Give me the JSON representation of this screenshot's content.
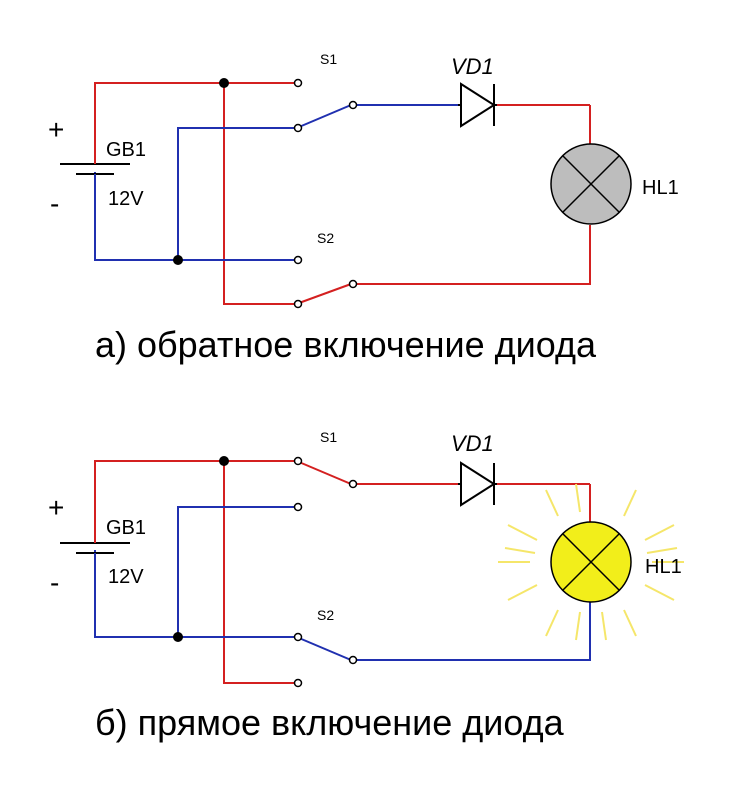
{
  "colors": {
    "positive_wire": "#d42020",
    "negative_wire": "#2030b0",
    "lamp_off_fill": "#bdbdbd",
    "lamp_on_fill": "#f2ee1a",
    "ray_color": "#f5e66a",
    "node": "#000000"
  },
  "diagram_a": {
    "plus": "+",
    "minus": "-",
    "battery_label": "GB1",
    "battery_voltage": "12V",
    "switch1_label": "S1",
    "switch2_label": "S2",
    "diode_label": "VD1",
    "lamp_label": "HL1",
    "lamp_state": "off",
    "caption": "а) обратное включение диода"
  },
  "diagram_b": {
    "plus": "+",
    "minus": "-",
    "battery_label": "GB1",
    "battery_voltage": "12V",
    "switch1_label": "S1",
    "switch2_label": "S2",
    "diode_label": "VD1",
    "lamp_label": "HL1",
    "lamp_state": "on",
    "caption": "б) прямое включение диода"
  }
}
